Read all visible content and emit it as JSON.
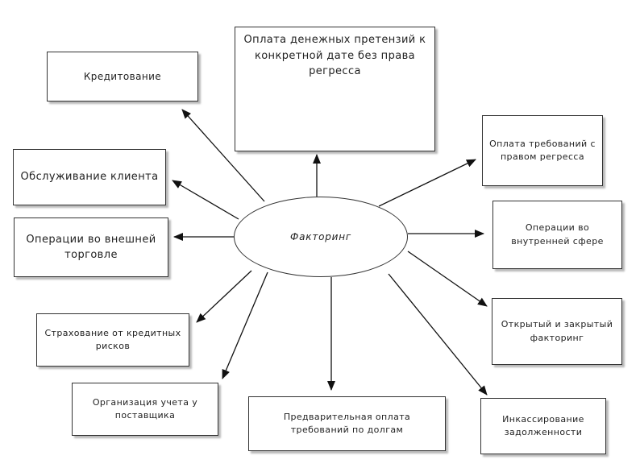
{
  "center": {
    "label": "Факторинг"
  },
  "nodes": {
    "credit": "Кредитование",
    "payment_no_recourse": "Оплата денежных претензий к конкретной дате без права регресса",
    "client_service": "Обслуживание клиента",
    "payment_recourse": "Оплата требований с правом регресса",
    "foreign_trade": "Операции во внешней торговле",
    "domestic": "Операции во внутренней сфере",
    "credit_insurance": "Страхование от кредитных рисков",
    "open_closed": "Открытый и закрытый факторинг",
    "accounting": "Организация учета у поставщика",
    "prepayment": "Предварительная оплата требований по долгам",
    "collection": "Инкассирование задолженности"
  },
  "colors": {
    "stroke": "#333333",
    "arrow": "#111111",
    "text": "#222222",
    "background": "#ffffff"
  }
}
